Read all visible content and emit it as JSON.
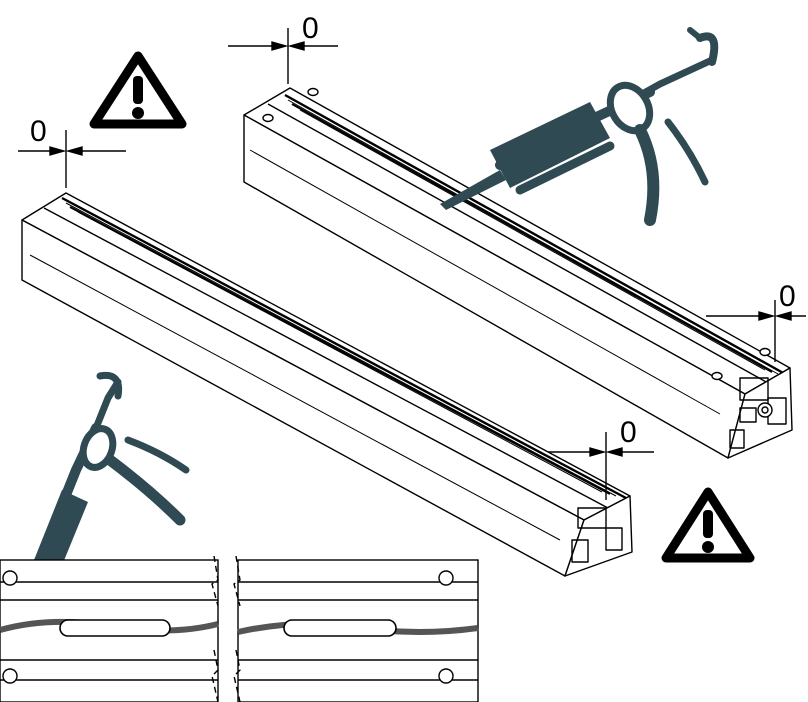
{
  "dimensions": [
    {
      "id": "rail-a-left",
      "label": "0"
    },
    {
      "id": "rail-b-left",
      "label": "0"
    },
    {
      "id": "rail-a-right",
      "label": "0"
    },
    {
      "id": "rail-b-right",
      "label": "0"
    }
  ],
  "icons": {
    "warning": "warning-triangle-icon",
    "sealant": "caulking-gun-icon"
  },
  "colors": {
    "line": "#000000",
    "gun": "#2f4a52",
    "paper": "#ffffff"
  }
}
